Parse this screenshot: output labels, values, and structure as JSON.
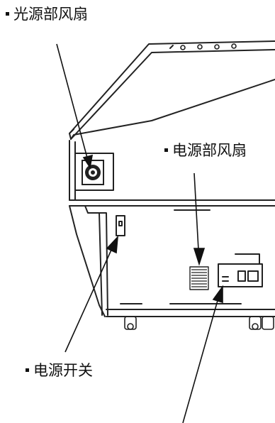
{
  "labels": {
    "light_source_fan": "光源部风扇",
    "power_supply_fan": "电源部风扇",
    "power_switch": "电源开关"
  },
  "colors": {
    "line": "#222222",
    "background": "#ffffff"
  }
}
